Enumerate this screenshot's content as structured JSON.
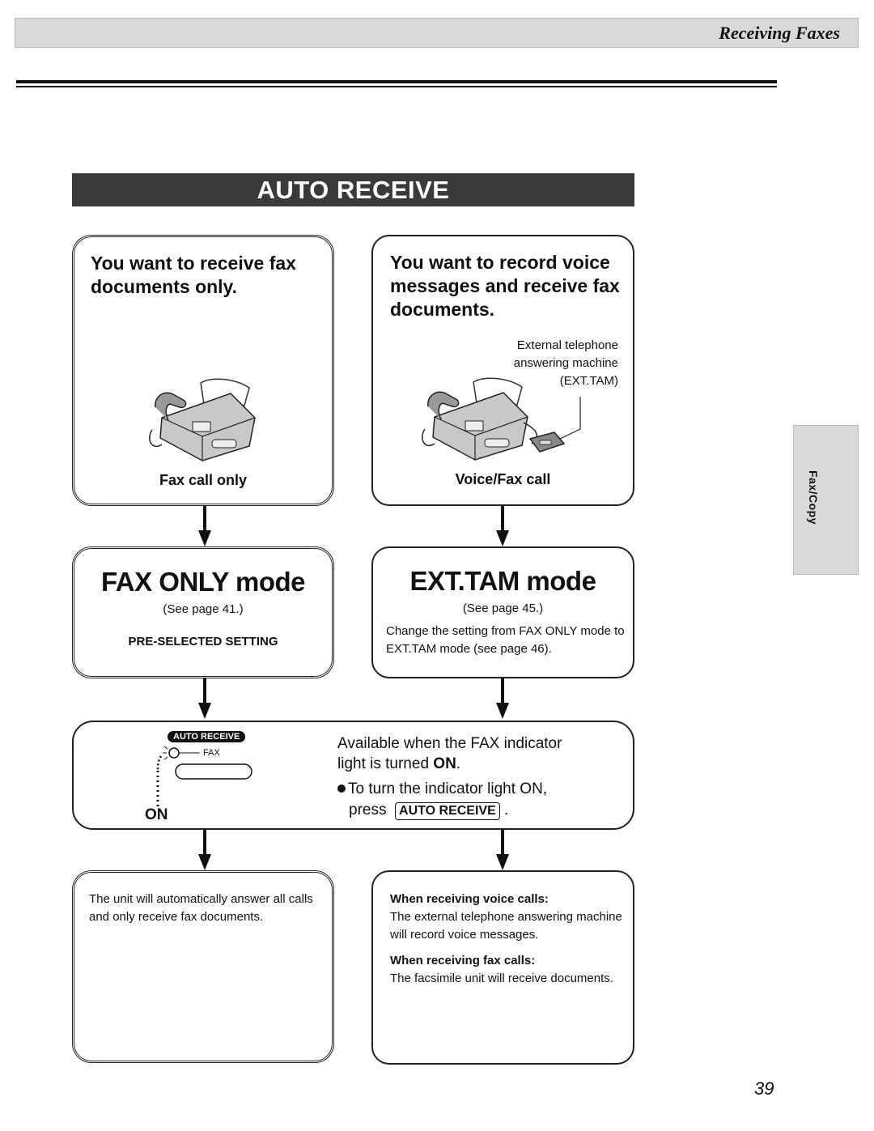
{
  "header": {
    "title": "Receiving Faxes"
  },
  "page_title": "AUTO RECEIVE",
  "side_tab": {
    "label": "Fax/Copy"
  },
  "left_column": {
    "question": "You want to receive fax documents only.",
    "caption": "Fax call only",
    "mode": "FAX ONLY mode",
    "see_page": "(See page 41.)",
    "preselected": "PRE-SELECTED SETTING",
    "result": "The unit will automatically answer all calls and only receive fax documents."
  },
  "right_column": {
    "question": "You want to record voice messages and receive fax documents.",
    "ext_tam_label_1": "External telephone",
    "ext_tam_label_2": "answering machine",
    "ext_tam_label_3": "(EXT.TAM)",
    "caption": "Voice/Fax call",
    "mode": "EXT.TAM mode",
    "see_page": "(See page 45.)",
    "change_note": "Change the setting from FAX ONLY mode to EXT.TAM mode (see page 46).",
    "voice_heading": "When receiving voice calls:",
    "voice_text": "The external telephone answering machine will record voice messages.",
    "fax_heading": "When receiving fax calls:",
    "fax_text": "The facsimile unit will receive documents."
  },
  "indicator_panel": {
    "button_label": "AUTO RECEIVE",
    "fax_label": "FAX",
    "on_label": "ON",
    "available_1": "Available when the FAX indicator",
    "available_2_prefix": "light is turned ",
    "available_2_bold": "ON",
    "available_2_suffix": ".",
    "bullet_1": "To turn the indicator light ON,",
    "press": "press",
    "key": "AUTO RECEIVE",
    "period": "."
  },
  "page_number": "39"
}
